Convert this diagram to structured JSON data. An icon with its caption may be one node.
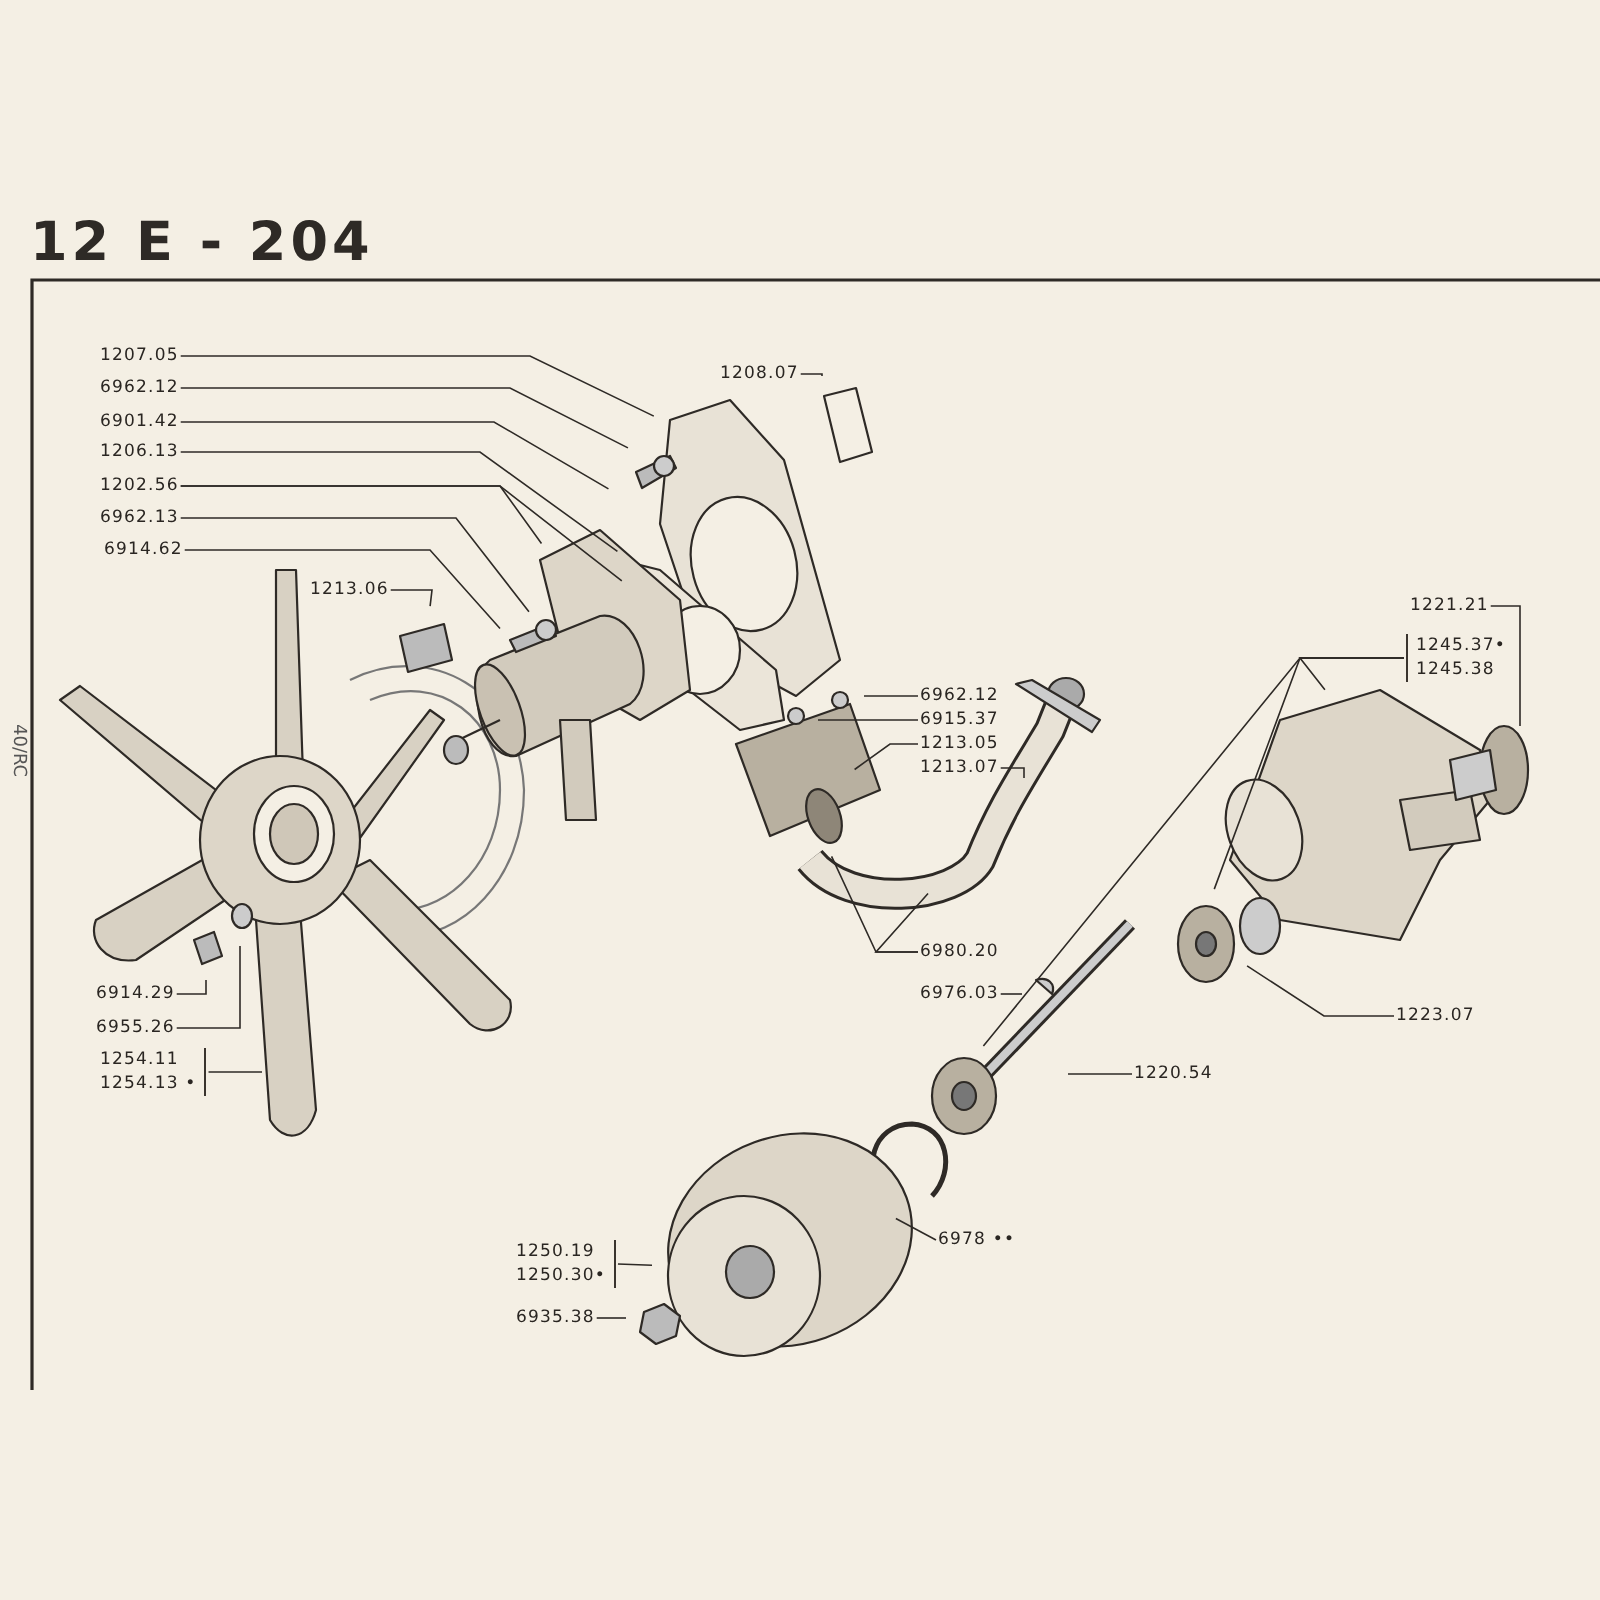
{
  "diagram": {
    "title": "12 E - 204",
    "nodes": [
      {
        "text": [
          "1207.05"
        ]
      },
      {
        "text": [
          "6962.12"
        ]
      },
      {
        "text": [
          "6901.42"
        ]
      },
      {
        "text": [
          "1206.13"
        ]
      },
      {
        "text": [
          "1202.56"
        ]
      },
      {
        "text": [
          "6962.13"
        ]
      },
      {
        "text": [
          "6914.62"
        ]
      },
      {
        "text": [
          "1208.07"
        ]
      },
      {
        "text": [
          "1213.06"
        ]
      },
      {
        "text": [
          "6962.12"
        ]
      },
      {
        "text": [
          "6915.37"
        ]
      },
      {
        "text": [
          "1213.05"
        ]
      },
      {
        "text": [
          "1213.07"
        ]
      },
      {
        "text": [
          "1221.21"
        ]
      },
      {
        "text": [
          "1245.37•",
          "1245.38"
        ]
      },
      {
        "text": [
          "6980.20"
        ]
      },
      {
        "text": [
          "6976.03"
        ]
      },
      {
        "text": [
          "1223.07"
        ]
      },
      {
        "text": [
          "1220.54"
        ]
      },
      {
        "text": [
          "6914.29"
        ]
      },
      {
        "text": [
          "6955.26"
        ]
      },
      {
        "text": [
          "1254.11",
          "1254.13 •"
        ]
      },
      {
        "text": [
          "6978 ••"
        ]
      },
      {
        "text": [
          "1250.19",
          "1250.30•"
        ]
      },
      {
        "text": [
          "6935.38"
        ]
      }
    ],
    "edges": [
      {
        "from": 0,
        "to": null,
        "arrow": "none"
      },
      {
        "from": 1,
        "to": null,
        "arrow": "none"
      },
      {
        "from": 2,
        "to": null,
        "arrow": "none"
      },
      {
        "from": 3,
        "to": null,
        "arrow": "none"
      },
      {
        "from": 4,
        "to": null,
        "arrow": "none"
      },
      {
        "from": 4,
        "to": null,
        "arrow": "none"
      },
      {
        "from": 5,
        "to": null,
        "arrow": "none"
      },
      {
        "from": 6,
        "to": null,
        "arrow": "none"
      },
      {
        "from": 7,
        "to": null,
        "arrow": "none"
      },
      {
        "from": 8,
        "to": null,
        "arrow": "none"
      },
      {
        "from": 9,
        "to": null,
        "arrow": "none"
      },
      {
        "from": 10,
        "to": null,
        "arrow": "none"
      },
      {
        "from": 11,
        "to": null,
        "arrow": "none"
      },
      {
        "from": 12,
        "to": null,
        "arrow": "none"
      },
      {
        "from": 13,
        "to": null,
        "arrow": "none"
      },
      {
        "from": 14,
        "to": null,
        "arrow": "none"
      },
      {
        "from": 14,
        "to": null,
        "arrow": "none"
      },
      {
        "from": 14,
        "to": null,
        "arrow": "none"
      },
      {
        "from": 15,
        "to": null,
        "arrow": "none"
      },
      {
        "from": 15,
        "to": null,
        "arrow": "none"
      },
      {
        "from": 16,
        "to": null,
        "arrow": "none"
      },
      {
        "from": 17,
        "to": null,
        "arrow": "none"
      },
      {
        "from": 18,
        "to": null,
        "arrow": "none"
      },
      {
        "from": 19,
        "to": null,
        "arrow": "none"
      },
      {
        "from": 20,
        "to": null,
        "arrow": "none"
      },
      {
        "from": 21,
        "to": null,
        "arrow": "none"
      },
      {
        "from": 22,
        "to": null,
        "arrow": "none"
      },
      {
        "from": 23,
        "to": null,
        "arrow": "none"
      },
      {
        "from": 24,
        "to": null,
        "arrow": "none"
      }
    ],
    "labels": [
      "40/RC"
    ]
  }
}
